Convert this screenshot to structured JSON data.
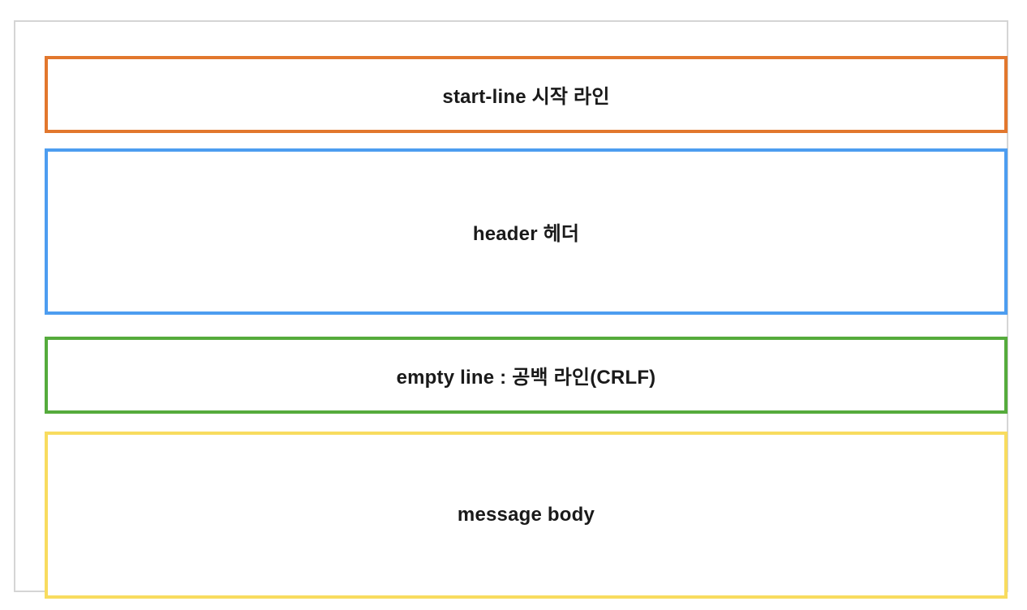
{
  "diagram": {
    "boxes": [
      {
        "id": "start-line",
        "label": "start-line 시작 라인",
        "border_color": "#E2772D"
      },
      {
        "id": "header",
        "label": "header 헤더",
        "border_color": "#4D9DF0"
      },
      {
        "id": "empty-line",
        "label": "empty line : 공백 라인(CRLF)",
        "border_color": "#55AB3C"
      },
      {
        "id": "message-body",
        "label": "message body",
        "border_color": "#F8DC5F"
      }
    ],
    "frame_color": "#D5D5D5",
    "text_color": "#1A1A1A"
  }
}
